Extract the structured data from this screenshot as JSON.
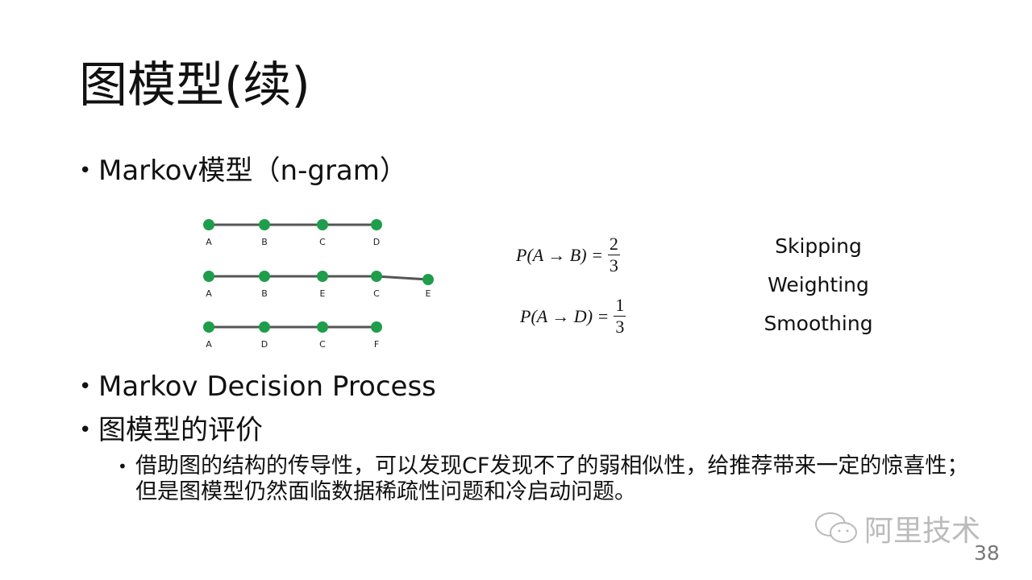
{
  "title": "图模型(续)",
  "bullets": {
    "markov": "Markov模型（n-gram）",
    "mdp": "Markov Decision Process",
    "eval": "图模型的评价",
    "eval_detail": "借助图的结构的传导性，可以发现CF发现不了的弱相似性，给推荐带来一定的惊喜性；但是图模型仍然面临数据稀疏性问题和冷启动问题。"
  },
  "diagram": {
    "node_color": "#1e9e4a",
    "edge_color": "#555555",
    "sequences": [
      [
        "A",
        "B",
        "C",
        "D"
      ],
      [
        "A",
        "B",
        "E",
        "C",
        "E"
      ],
      [
        "A",
        "D",
        "C",
        "F"
      ]
    ]
  },
  "formulas": [
    {
      "lhs": "P(A → B) =",
      "num": "2",
      "den": "3"
    },
    {
      "lhs": "P(A → D) =",
      "num": "1",
      "den": "3"
    }
  ],
  "techniques": [
    "Skipping",
    "Weighting",
    "Smoothing"
  ],
  "watermark": "阿里技术",
  "page_number": "38"
}
